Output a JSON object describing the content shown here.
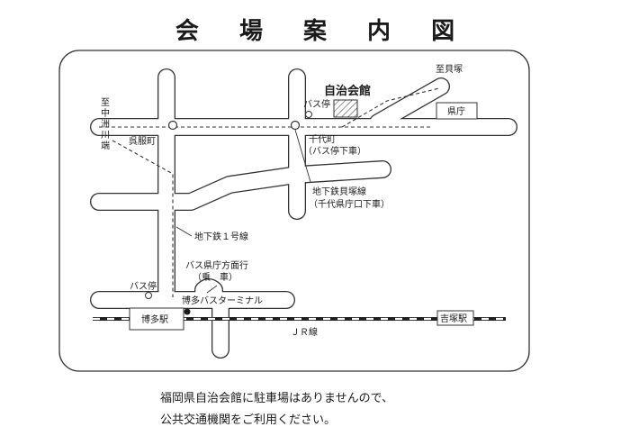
{
  "title": "会 場 案 内 図",
  "labels": {
    "jichi_kaikan": "自治会館",
    "bus_stop_1": "バス停",
    "itaru_kaizuka": "至貝塚",
    "kencho": "県庁",
    "itaru_nakasu": [
      "至",
      "中",
      "洲",
      "川",
      "端"
    ],
    "gofukumachi": "呉服町",
    "chiyomachi": "千代町",
    "chiyomachi_sub": "（バス停下車）",
    "subway_kaizuka": "地下鉄貝塚線",
    "subway_kaizuka_sub": "（千代県庁口下車）",
    "subway_line1": "地下鉄１号線",
    "bus_kencho": "バス県庁方面行",
    "bus_kencho_sub": "（乗　車）",
    "bus_stop_2": "バス停",
    "hakata_bt": "博多バスターミナル",
    "hakata_station": "博多駅",
    "jr_line": "ＪＲ線",
    "yoshizuka_station": "吉塚駅"
  },
  "note": [
    "福岡県自治会館に駐車場はありませんので、",
    "公共交通機関をご利用ください。"
  ]
}
